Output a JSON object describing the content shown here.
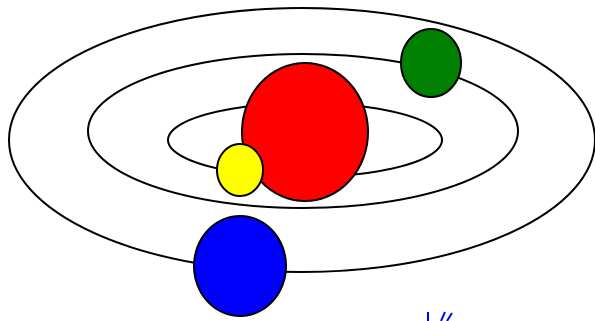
{
  "diagram": {
    "background_color": "#ffffff",
    "orbit_stroke_color": "#000000",
    "orbits": [
      {
        "name": "inner-orbit"
      },
      {
        "name": "middle-orbit"
      },
      {
        "name": "outer-orbit"
      }
    ],
    "bodies": [
      {
        "name": "red-body",
        "color": "#ff0000"
      },
      {
        "name": "yellow-body",
        "color": "#ffff00"
      },
      {
        "name": "green-body",
        "color": "#008000"
      },
      {
        "name": "blue-body",
        "color": "#0000ff"
      }
    ],
    "corner_mark_color": "#0000ff"
  }
}
